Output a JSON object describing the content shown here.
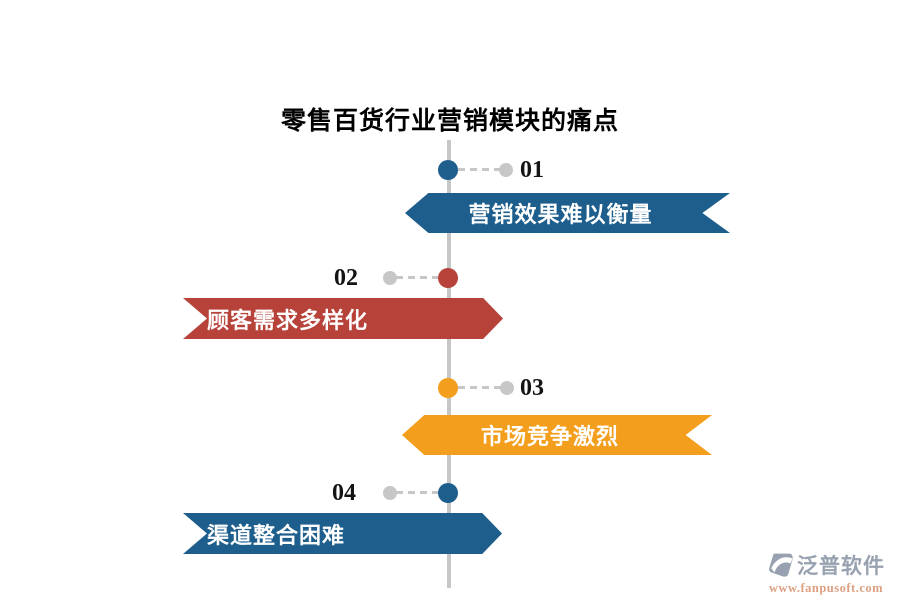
{
  "title": "零售百货行业营销模块的痛点",
  "colors": {
    "blue": "#1e5e8c",
    "red": "#b7423a",
    "orange": "#f49e1d",
    "axis_gray": "#c4c6c8",
    "dot_gray": "#c7c7c7",
    "number_black": "#141414",
    "banner_text": "#ffffff",
    "brand_gray": "#97a1af",
    "url_orange": "#dda083"
  },
  "items": [
    {
      "number": "01",
      "label": "营销效果难以衡量",
      "color": "#1e5e8c",
      "direction": "left"
    },
    {
      "number": "02",
      "label": "顾客需求多样化",
      "color": "#b7423a",
      "direction": "right"
    },
    {
      "number": "03",
      "label": "市场竞争激烈",
      "color": "#f49e1d",
      "direction": "left"
    },
    {
      "number": "04",
      "label": "渠道整合困难",
      "color": "#1e5e8c",
      "direction": "right"
    }
  ],
  "watermark": {
    "brand": "泛普软件",
    "url": "www.fanpusoft.com"
  }
}
